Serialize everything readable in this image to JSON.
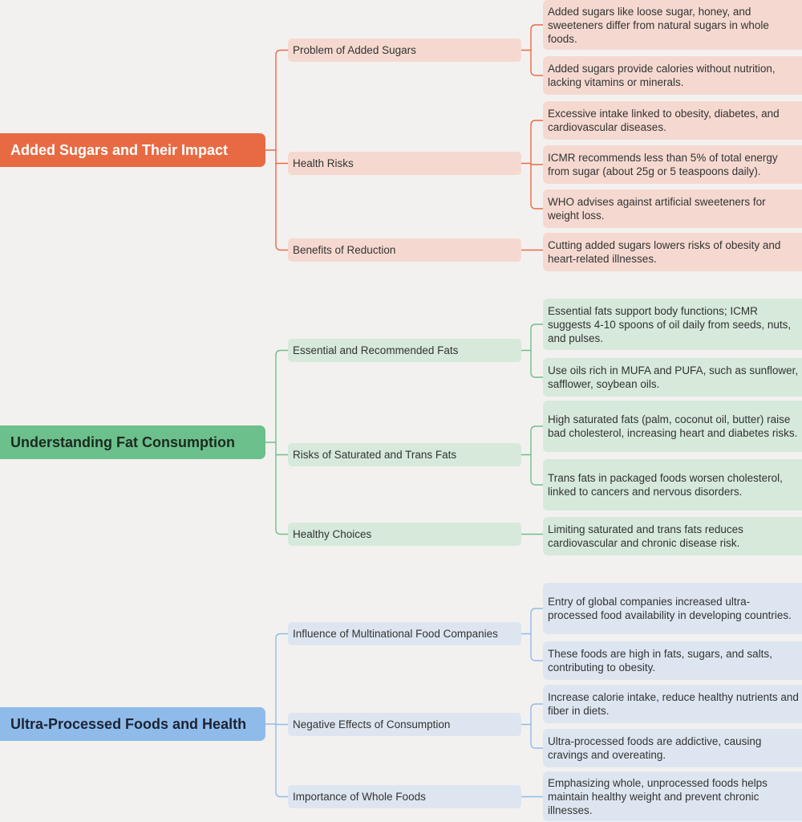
{
  "colors": {
    "background": "#f3f1ef",
    "sugar_accent": "#e86a43",
    "sugar_box": "#f5d9d0",
    "fat_accent": "#6cc08b",
    "fat_box": "#d6e9db",
    "processed_accent": "#8fbbea",
    "processed_box": "#dde6f0"
  },
  "branches": [
    {
      "title": "Added Sugars and Their Impact",
      "children": [
        {
          "label": "Problem of Added Sugars",
          "points": [
            "Added sugars like loose sugar, honey, and sweeteners differ from natural sugars in whole foods.",
            "Added sugars provide calories without nutrition, lacking vitamins or minerals."
          ]
        },
        {
          "label": "Health Risks",
          "points": [
            "Excessive intake linked to obesity, diabetes, and cardiovascular diseases.",
            "ICMR recommends less than 5% of total energy from sugar (about 25g or 5 teaspoons daily).",
            "WHO advises against artificial sweeteners for weight loss."
          ]
        },
        {
          "label": "Benefits of Reduction",
          "points": [
            "Cutting added sugars lowers risks of obesity and heart-related illnesses."
          ]
        }
      ]
    },
    {
      "title": "Understanding Fat Consumption",
      "children": [
        {
          "label": "Essential and Recommended Fats",
          "points": [
            "Essential fats support body functions; ICMR suggests 4-10 spoons of oil daily from seeds, nuts, and pulses.",
            "Use oils rich in MUFA and PUFA, such as sunflower, safflower, soybean oils."
          ]
        },
        {
          "label": "Risks of Saturated and Trans Fats",
          "points": [
            "High saturated fats (palm, coconut oil, butter) raise bad cholesterol, increasing heart and diabetes risks.",
            "Trans fats in packaged foods worsen cholesterol, linked to cancers and nervous disorders."
          ]
        },
        {
          "label": "Healthy Choices",
          "points": [
            "Limiting saturated and trans fats reduces cardiovascular and chronic disease risk."
          ]
        }
      ]
    },
    {
      "title": "Ultra-Processed Foods and Health",
      "children": [
        {
          "label": "Influence of Multinational Food Companies",
          "points": [
            "Entry of global companies increased ultra-processed food availability in developing countries.",
            "These foods are high in fats, sugars, and salts, contributing to obesity."
          ]
        },
        {
          "label": "Negative Effects of Consumption",
          "points": [
            "Increase calorie intake, reduce healthy nutrients and fiber in diets.",
            "Ultra-processed foods are addictive, causing cravings and overeating."
          ]
        },
        {
          "label": "Importance of Whole Foods",
          "points": [
            "Emphasizing whole, unprocessed foods helps maintain healthy weight and prevent chronic illnesses."
          ]
        }
      ]
    }
  ]
}
